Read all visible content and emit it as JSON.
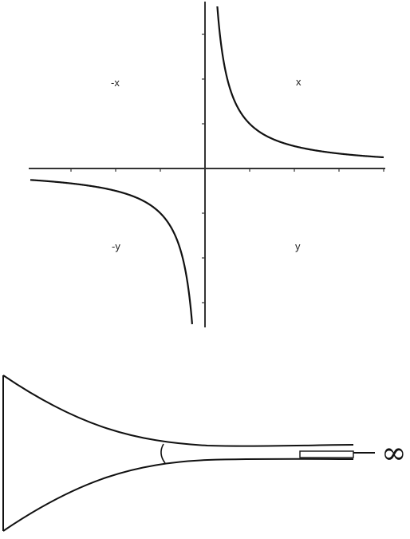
{
  "hyperbola_graph": {
    "quadrant_labels": {
      "top_left": "-x",
      "top_right": "x",
      "bottom_left": "-y",
      "bottom_right": "y"
    },
    "curve": "y = 1/x",
    "x_tick_count": 8,
    "y_tick_count": 7
  },
  "horn_figure": {
    "infinity_symbol": "∞"
  },
  "colors": {
    "ink": "#111111",
    "axis": "#333333",
    "background": "#ffffff"
  }
}
